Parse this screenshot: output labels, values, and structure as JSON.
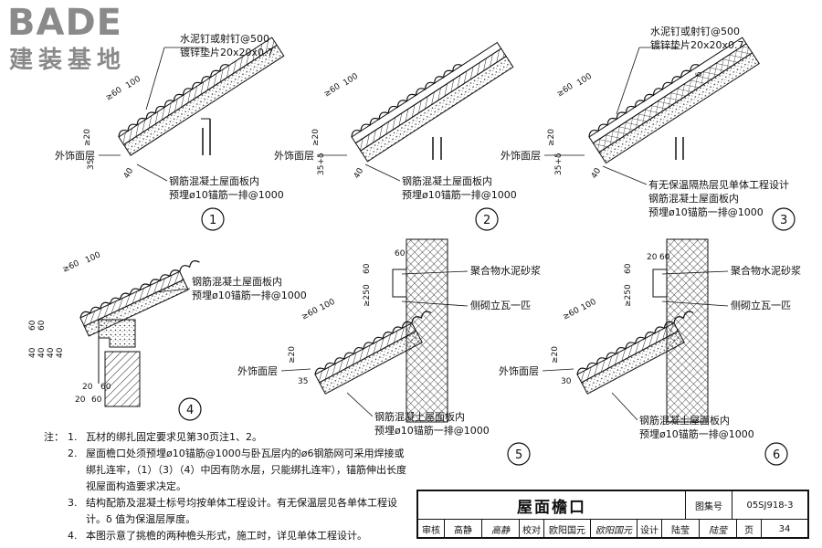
{
  "logo": {
    "brand": "BADE",
    "subtitle": "建装基地"
  },
  "details": [
    {
      "number": "1",
      "labels": {
        "nail": "水泥钉或射钉@500",
        "washer": "镀锌垫片20x20x0.7",
        "finish": "外饰面层",
        "slab": "钢筋混凝土屋面板内",
        "anchor": "预埋ø10锚筋一排@1000"
      },
      "dims": [
        "≥60",
        "100",
        "≥20",
        "35",
        "40"
      ]
    },
    {
      "number": "2",
      "labels": {
        "finish": "外饰面层",
        "slab": "钢筋混凝土屋面板内",
        "anchor": "预埋ø10锚筋一排@1000"
      },
      "dims": [
        "≥60",
        "100",
        "≥20",
        "35+δ",
        "40"
      ]
    },
    {
      "number": "3",
      "labels": {
        "nail": "水泥钉或射钉@500",
        "washer": "镀锌垫片20x20x0.7",
        "finish": "外饰面层",
        "insulation": "有无保温隔热层见单体工程设计",
        "slab": "钢筋混凝土屋面板内",
        "anchor": "预埋ø10锚筋一排@1000"
      },
      "dims": [
        "≥60",
        "100",
        "≥20",
        "35+δ",
        "40",
        "δ"
      ]
    },
    {
      "number": "4",
      "labels": {
        "slab": "钢筋混凝土屋面板内",
        "anchor": "预埋ø10锚筋一排@1000"
      },
      "dims": [
        "≥60",
        "100",
        "60",
        "60",
        "40",
        "40",
        "40",
        "40",
        "20",
        "60",
        "20",
        "60"
      ]
    },
    {
      "number": "5",
      "labels": {
        "mortar": "聚合物水泥砂浆",
        "tile": "侧砌立瓦一匹",
        "finish": "外饰面层",
        "slab": "钢筋混凝土屋面板内",
        "anchor": "预埋ø10锚筋一排@1000"
      },
      "dims": [
        "60",
        "60",
        "≥250",
        "≥60",
        "100",
        "≥20",
        "35"
      ]
    },
    {
      "number": "6",
      "labels": {
        "mortar": "聚合物水泥砂浆",
        "tile": "侧砌立瓦一匹",
        "finish": "外饰面层",
        "slab": "钢筋混凝土屋面板内",
        "anchor": "预埋ø10锚筋一排@1000"
      },
      "dims": [
        "20",
        "60",
        "60",
        "≥250",
        "≥60",
        "100",
        "≥20",
        "30"
      ]
    }
  ],
  "notes": {
    "heading": "注：",
    "items": [
      {
        "no": "1.",
        "text": "瓦材的绑扎固定要求见第30页注1、2。"
      },
      {
        "no": "2.",
        "text": "屋面檐口处须预埋ø10锚筋@1000与卧瓦层内的ø6钢筋网可采用焊接或绑扎连牢，（1）（3）（4）中因有防水层，只能绑扎连牢），锚筋伸出长度视屋面构造要求决定。"
      },
      {
        "no": "3.",
        "text": "结构配筋及混凝土标号均按单体工程设计。有无保温层见各单体工程设计。δ 值为保温层厚度。"
      },
      {
        "no": "4.",
        "text": "本图示意了挑檐的两种檐头形式，施工时，详见单体工程设计。"
      }
    ]
  },
  "title_block": {
    "title": "屋面檐口",
    "atlas_label": "图集号",
    "atlas_no": "05SJ918-3",
    "review_label": "审核",
    "reviewer": "高静",
    "reviewer_sign": "高静",
    "check_label": "校对",
    "checker": "欧阳国元",
    "checker_sign": "欧阳国元",
    "design_label": "设计",
    "designer": "陆莹",
    "designer_sign": "陆莹",
    "page_label": "页",
    "page_no": "34"
  }
}
